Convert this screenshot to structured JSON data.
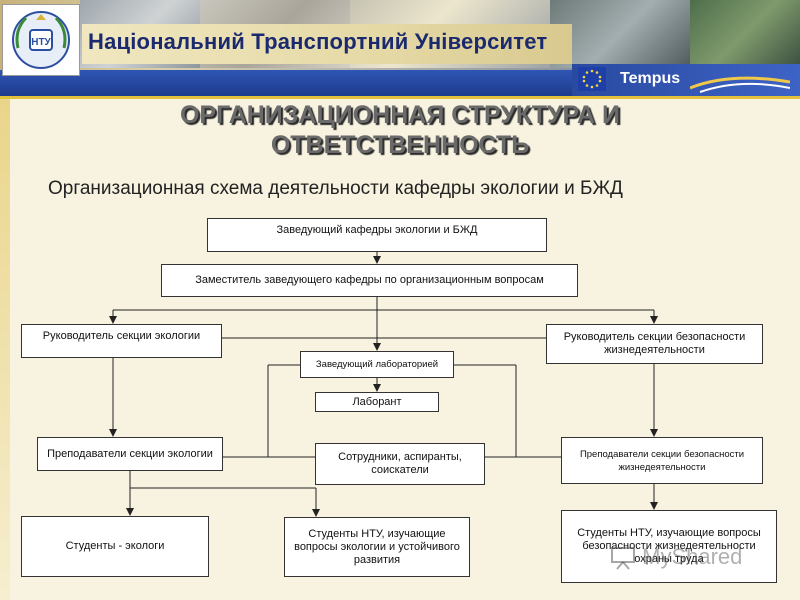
{
  "header": {
    "logo_text": "НТУ",
    "university": "Національний Транспортний Університет",
    "partner": "Tempus"
  },
  "title": "ОРГАНИЗАЦИОННАЯ СТРУКТУРА И ОТВЕТСТВЕННОСТЬ",
  "subtitle": "Организационная схема деятельности кафедры экологии и БЖД",
  "boxes": {
    "head": "Заведующий кафедры экологии и БЖД",
    "deputy": "Заместитель заведующего кафедры по организационным вопросам",
    "ecology_lead": "Руководитель секции экологии",
    "safety_lead": "Руководитель секции безопасности жизнедеятельности",
    "lab_head": "Заведующий лабораторией",
    "lab_assistant": "Лаборант",
    "ecology_teachers": "Преподаватели секции экологии",
    "staff": "Сотрудники, аспиранты, соискатели",
    "safety_teachers": "Преподаватели секции безопасности жизнедеятельности",
    "students_ecology": "Студенты - экологи",
    "students_ntu_ecology": "Студенты НТУ, изучающие вопросы экологии и устойчивого развития",
    "students_ntu_safety": "Студенты НТУ, изучающие вопросы безопасности жизнедеятельности охраны труда"
  },
  "watermark": "MyShared",
  "colors": {
    "brand_blue": "#1d3a8a",
    "title_gray": "#6a6a6a"
  }
}
